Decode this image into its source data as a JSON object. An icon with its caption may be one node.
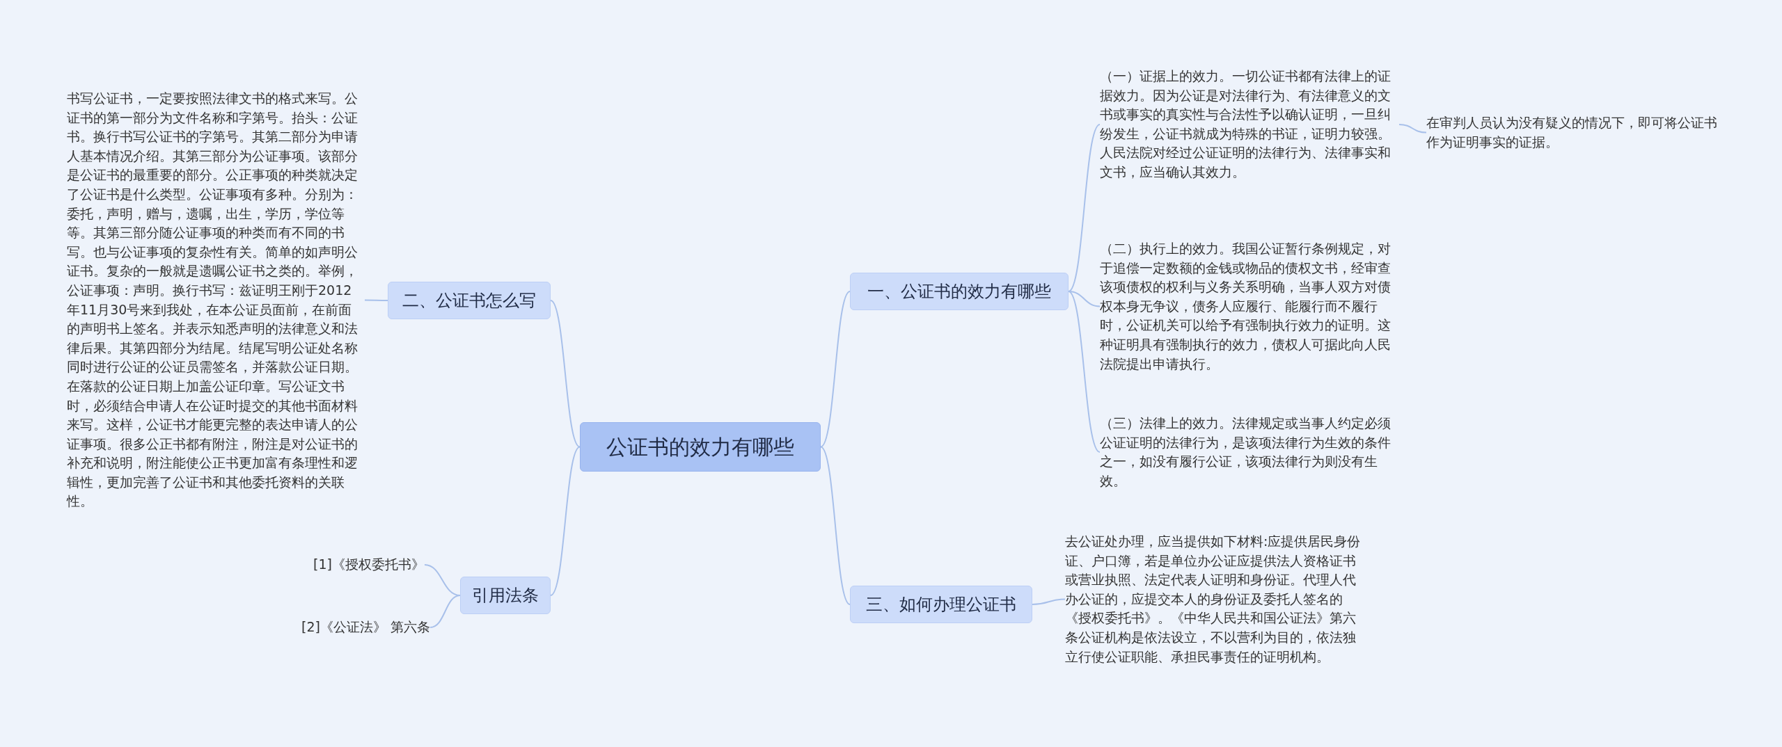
{
  "diagram": {
    "nodes": [
      {
        "text": [
          "公证书的效力有哪些"
        ]
      },
      {
        "text": [
          "一、公证书的效力有哪些"
        ]
      },
      {
        "text": [
          "（一）证据上的效力。一切公证书都有法律上的证据效力。因为公证是对法律行为、有法律意义的文书或事实的真实性与合法性予以确认证明，一旦纠纷发生，公证书就成为特殊的书证，证明力较强。人民法院对经过公证证明的法律行为、法律事实和文书，应当确认其效力。"
        ]
      },
      {
        "text": [
          "在审判人员认为没有疑义的情况下，即可将公证书作为证明事实的证据。"
        ]
      },
      {
        "text": [
          "（二）执行上的效力。我国公证暂行条例规定，对于追偿一定数额的金钱或物品的债权文书，经审查该项债权的权利与义务关系明确，当事人双方对债权本身无争议，债务人应履行、能履行而不履行时，公证机关可以给予有强制执行效力的证明。这种证明具有强制执行的效力，债权人可据此向人民法院提出申请执行。"
        ]
      },
      {
        "text": [
          "（三）法律上的效力。法律规定或当事人约定必须公证证明的法律行为，是该项法律行为生效的条件之一，如没有履行公证，该项法律行为则没有生效。"
        ]
      },
      {
        "text": [
          "三、如何办理公证书"
        ]
      },
      {
        "text": [
          "去公证处办理，应当提供如下材料:应提供居民身份证、户口簿，若是单位办公证应提供法人资格证书或营业执照、法定代表人证明和身份证。代理人代办公证的，应提交本人的身份证及委托人签名的《授权委托书》。《中华人民共和国公证法》第六条公证机构是依法设立，不以营利为目的，依法独立行使公证职能、承担民事责任的证明机构。"
        ]
      },
      {
        "text": [
          "二、公证书怎么写"
        ]
      },
      {
        "text": [
          "书写公证书，一定要按照法律文书的格式来写。公证书的第一部分为文件名称和字第号。抬头：公证书。换行书写公证书的字第号。其第二部分为申请人基本情况介绍。其第三部分为公证事项。该部分是公证书的最重要的部分。公正事项的种类就决定了公证书是什么类型。公证事项有多种。分别为：委托，声明，赠与，遗嘱，出生，学历，学位等等。其第三部分随公证事项的种类而有不同的书写。也与公证事项的复杂性有关。简单的如声明公证书。复杂的一般就是遗嘱公证书之类的。举例，公证事项：声明。换行书写：兹证明王刚于2012年11月30号来到我处，在本公证员面前，在前面的声明书上签名。并表示知悉声明的法律意义和法律后果。其第四部分为结尾。结尾写明公证处名称同时进行公证的公证员需签名，并落款公证日期。在落款的公证日期上加盖公证印章。写公证文书时，必须结合申请人在公证时提交的其他书面材料来写。这样，公证书才能更完整的表达申请人的公证事项。很多公正书都有附注，附注是对公证书的补充和说明，附注能使公正书更加富有条理性和逻辑性，更加完善了公证书和其他委托资料的关联性。"
        ]
      },
      {
        "text": [
          "引用法条"
        ]
      },
      {
        "text": [
          "[1]《授权委托书》"
        ]
      },
      {
        "text": [
          "[2]《公证法》 第六条"
        ]
      }
    ],
    "edges": [
      {
        "from": 0,
        "to": 1,
        "arrow": "none"
      },
      {
        "from": 1,
        "to": 2,
        "arrow": "none"
      },
      {
        "from": 2,
        "to": 3,
        "arrow": "none"
      },
      {
        "from": 1,
        "to": 4,
        "arrow": "none"
      },
      {
        "from": 1,
        "to": 5,
        "arrow": "none"
      },
      {
        "from": 0,
        "to": 6,
        "arrow": "none"
      },
      {
        "from": 6,
        "to": 7,
        "arrow": "none"
      },
      {
        "from": 0,
        "to": 8,
        "arrow": "none"
      },
      {
        "from": 8,
        "to": 9,
        "arrow": "none"
      },
      {
        "from": 0,
        "to": 10,
        "arrow": "none"
      },
      {
        "from": 10,
        "to": 11,
        "arrow": "none"
      },
      {
        "from": 10,
        "to": 12,
        "arrow": "none"
      }
    ]
  }
}
